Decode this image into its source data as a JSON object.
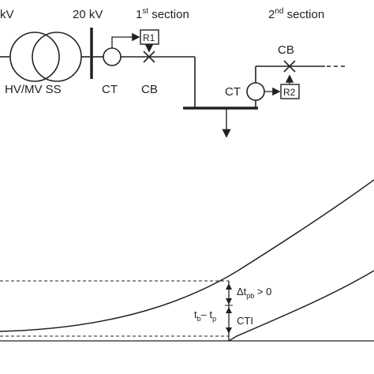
{
  "diagram": {
    "labels": {
      "kv_left": "kV",
      "voltage": "20 kV",
      "section1_base": "1",
      "section1_sup": "st",
      "section1_rest": " section",
      "section2_base": "2",
      "section2_sup": "nd",
      "section2_rest": " section",
      "substation": "HV/MV SS",
      "ct1": "CT",
      "cb1": "CB",
      "ct2": "CT",
      "cb2": "CB",
      "relay1": "R1",
      "relay2": "R2"
    }
  },
  "plot": {
    "annotations": {
      "delta_base": "Δt",
      "delta_sub": "pb",
      "delta_rest": " > 0",
      "tb": "t",
      "tb_sub": "b",
      "dash": "– t",
      "tp_sub": "p",
      "cti": "CTI"
    }
  }
}
